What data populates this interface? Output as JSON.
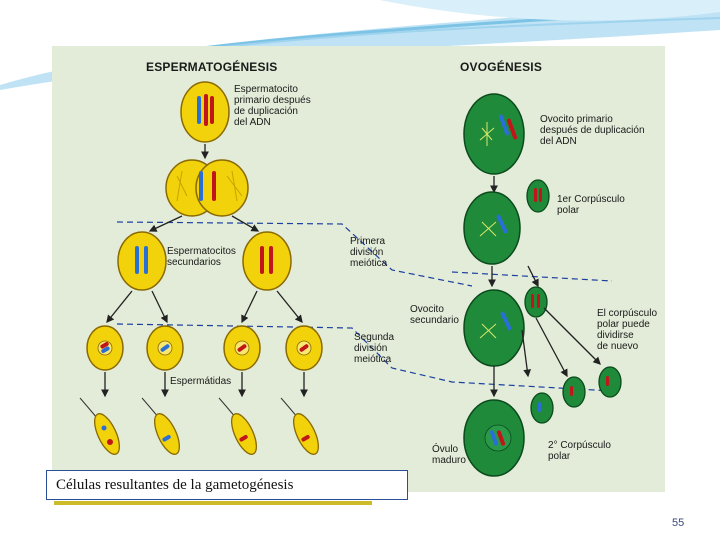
{
  "headers": {
    "left": "ESPERMATOGÉNESIS",
    "right": "OVOGÉNESIS"
  },
  "labels": {
    "espermatocito_primario": "Espermatocito\nprimario después\nde duplicación\ndel ADN",
    "espermatocitos_secundarios": "Espermatocitos\nsecundarios",
    "primera_division": "Primera\ndivisión\nmeiótica",
    "segunda_division": "Segunda\ndivisión\nmeiótica",
    "espermatidas": "Espermátidas",
    "ovocito_primario": "Ovocito primario\ndespués de duplicación\ndel ADN",
    "primer_corpusculo": "1er Corpúsculo\npolar",
    "ovocito_secundario": "Ovocito\nsecundario",
    "corpusculo_dividirse": "El corpúsculo\npolar puede\ndividirse\nde nuevo",
    "ovulo_maduro": "Óvulo\nmaduro",
    "segundo_corpusculo": "2° Corpúsculo\npolar"
  },
  "caption": "Células resultantes de la gametogénesis",
  "page_number": "55",
  "colors": {
    "sperm_fill": "#f2d20a",
    "sperm_stroke": "#8a6a00",
    "egg_fill": "#1f8a3a",
    "egg_stroke": "#0b4a1c",
    "chrom_red": "#c0161a",
    "chrom_blue": "#2a6fd6",
    "dashed": "#1c3fa0"
  }
}
